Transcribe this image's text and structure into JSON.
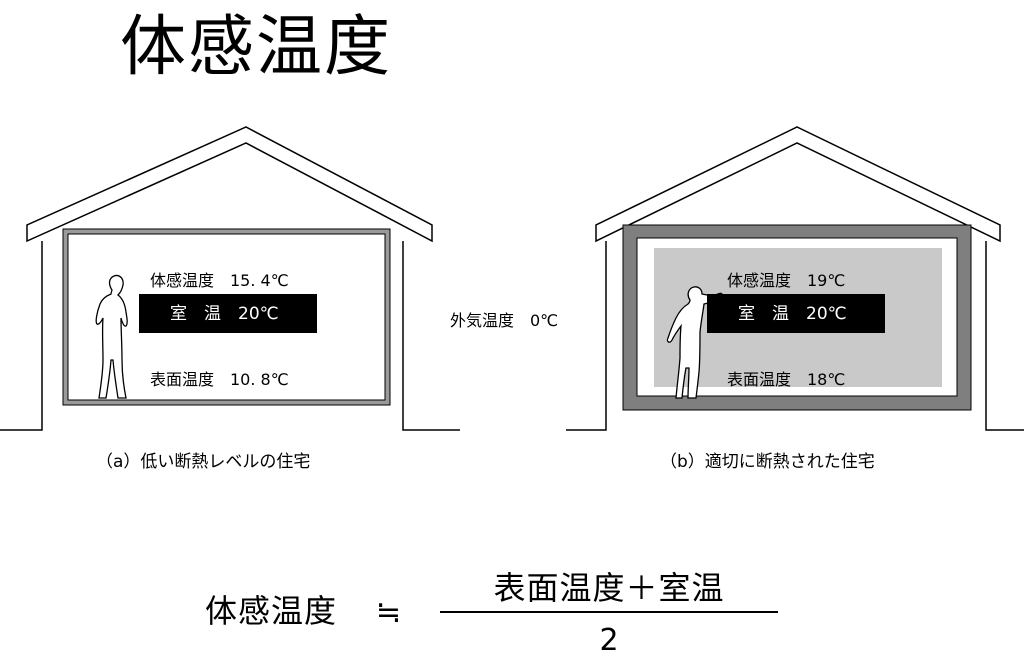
{
  "title": "体感温度",
  "outside_temp": "外気温度　0℃",
  "house_a": {
    "felt_temp": "体感温度　15. 4℃",
    "room_temp": "室　温　20℃",
    "surface_temp": "表面温度　10. 8℃",
    "caption": "（a）低い断熱レベルの住宅"
  },
  "house_b": {
    "felt_temp": "体感温度　19℃",
    "room_temp": "室　温　20℃",
    "surface_temp": "表面温度　18℃",
    "caption": "（b）適切に断熱された住宅"
  },
  "formula": {
    "lhs": "体感温度",
    "approx": "≒",
    "numerator": "表面温度＋室温",
    "denominator": "2"
  },
  "colors": {
    "line": "#000000",
    "wall_thin": "#9a9a9a",
    "wall_thick": "#7f7f7f",
    "interior_b": "#c9c9c9",
    "label_bg": "#000000",
    "label_fg": "#ffffff"
  }
}
